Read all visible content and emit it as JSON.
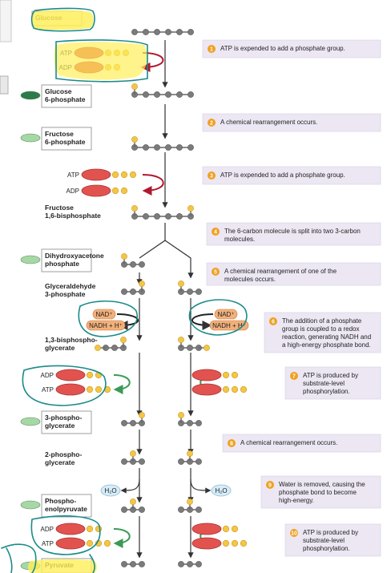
{
  "molecules": [
    {
      "label": "Glucose",
      "lines": [
        "Glucose"
      ]
    },
    {
      "label": "Glucose 6-phosphate",
      "lines": [
        "Glucose",
        "6-phosphate"
      ]
    },
    {
      "label": "Fructose 6-phosphate",
      "lines": [
        "Fructose",
        "6-phosphate"
      ]
    },
    {
      "label": "Fructose 1,6-bisphosphate",
      "lines": [
        "Fructose",
        "1,6-bisphosphate"
      ]
    },
    {
      "label": "Dihydroxyacetone phosphate",
      "lines": [
        "Dihydroxyacetone",
        "phosphate"
      ]
    },
    {
      "label": "Glyceraldehyde 3-phosphate",
      "lines": [
        "Glyceraldehyde",
        "3-phosphate"
      ]
    },
    {
      "label": "1,3-bisphosphoglycerate",
      "lines": [
        "1,3-bisphospho-",
        "glycerate"
      ]
    },
    {
      "label": "3-phosphoglycerate",
      "lines": [
        "3-phospho-",
        "glycerate"
      ]
    },
    {
      "label": "2-phosphoglycerate",
      "lines": [
        "2-phospho-",
        "glycerate"
      ]
    },
    {
      "label": "Phosphoenolpyruvate",
      "lines": [
        "Phospho-",
        "enolpyruvate"
      ]
    },
    {
      "label": "Pyruvate",
      "lines": [
        "Pyruvate"
      ]
    }
  ],
  "steps": [
    {
      "number": "1",
      "text": "ATP is expended to add a phosphate group.",
      "lines": [
        "ATP is expended to add a phosphate group."
      ]
    },
    {
      "number": "2",
      "text": "A chemical rearrangement occurs.",
      "lines": [
        "A chemical rearrangement occurs."
      ]
    },
    {
      "number": "3",
      "text": "ATP is expended to add a phosphate group.",
      "lines": [
        "ATP is expended to add a phosphate group."
      ]
    },
    {
      "number": "4",
      "text": "The 6-carbon molecule is split into two 3-carbon molecules.",
      "lines": [
        "The 6-carbon molecule is split into two 3-carbon",
        "molecules."
      ]
    },
    {
      "number": "5",
      "text": "A chemical rearrangement of one of the molecules occurs.",
      "lines": [
        "A chemical rearrangement of one of the",
        "molecules occurs."
      ]
    },
    {
      "number": "6",
      "text": "The addition of a phosphate group is coupled to a redox reaction, generating NADH and a high-energy phosphate bond.",
      "lines": [
        "The addition of a phosphate",
        "group is coupled to a redox",
        "reaction, generating NADH and",
        "a high-energy phosphate bond."
      ]
    },
    {
      "number": "7",
      "text": "ATP is produced by substrate-level phosphorylation.",
      "lines": [
        "ATP is produced by",
        "substrate-level",
        "phosphorylation."
      ]
    },
    {
      "number": "8",
      "text": "A chemical rearrangement occurs.",
      "lines": [
        "A chemical rearrangement occurs."
      ]
    },
    {
      "number": "9",
      "text": "Water is removed, causing the phosphate bond to become high-energy.",
      "lines": [
        "Water is removed, causing the",
        "phosphate bond to become",
        "high-energy."
      ]
    },
    {
      "number": "10",
      "text": "ATP is produced by substrate-level phosphorylation.",
      "lines": [
        "ATP is produced by",
        "substrate-level",
        "phosphorylation."
      ]
    }
  ],
  "cofactors": {
    "atp": "ATP",
    "adp": "ADP",
    "nad_plus": "NAD⁺",
    "nadh": "NADH + H⁺",
    "water": "H₂O"
  },
  "colors": {
    "highlight": "#ffef5a",
    "annotation_pen": "#1b8a8a",
    "step_box": "#ece7f3",
    "step_number": "#f0a020",
    "carbon": "#7b7b7b",
    "phosphate": "#f3c646",
    "atp_body": "#e2534f",
    "arrow_red": "#b0182e",
    "arrow_green": "#3a9a55",
    "tab_dark": "#2d7a4a",
    "tab_light": "#a6d8a6"
  }
}
